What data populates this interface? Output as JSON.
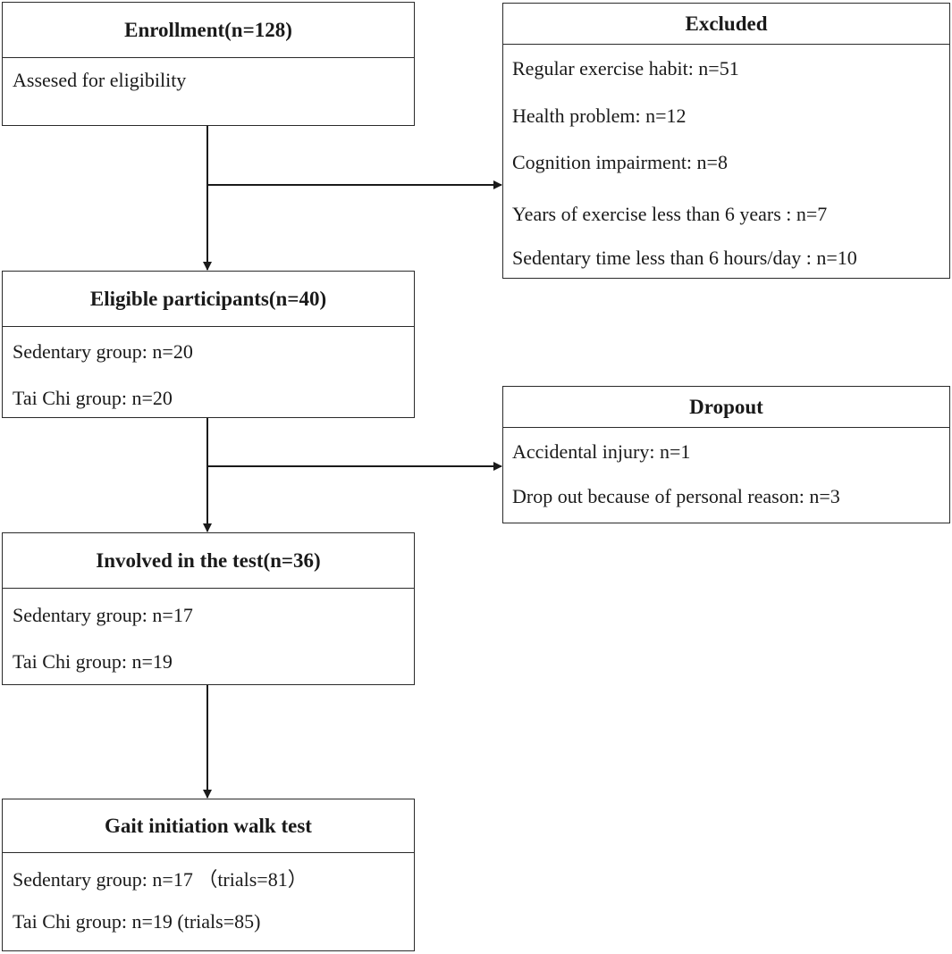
{
  "enrollment": {
    "title": "Enrollment(n=128)",
    "lines": [
      "Assesed for eligibility"
    ]
  },
  "excluded": {
    "title": "Excluded",
    "lines": [
      "Regular exercise habit: n=51",
      "Health problem: n=12",
      "Cognition impairment: n=8",
      "Years of exercise less than 6 years : n=7",
      "Sedentary time less than 6 hours/day : n=10"
    ]
  },
  "eligible": {
    "title": "Eligible participants(n=40)",
    "lines": [
      "Sedentary group: n=20",
      "Tai Chi group: n=20"
    ]
  },
  "dropout": {
    "title": "Dropout",
    "lines": [
      "Accidental injury: n=1",
      "Drop out because of personal reason: n=3"
    ]
  },
  "involved": {
    "title": "Involved in the test(n=36)",
    "lines": [
      "Sedentary group: n=17",
      "Tai Chi group: n=19"
    ]
  },
  "gait": {
    "title": "Gait initiation walk test",
    "lines": [
      "Sedentary group: n=17  （trials=81）",
      "Tai Chi group: n=19 (trials=85)"
    ]
  }
}
